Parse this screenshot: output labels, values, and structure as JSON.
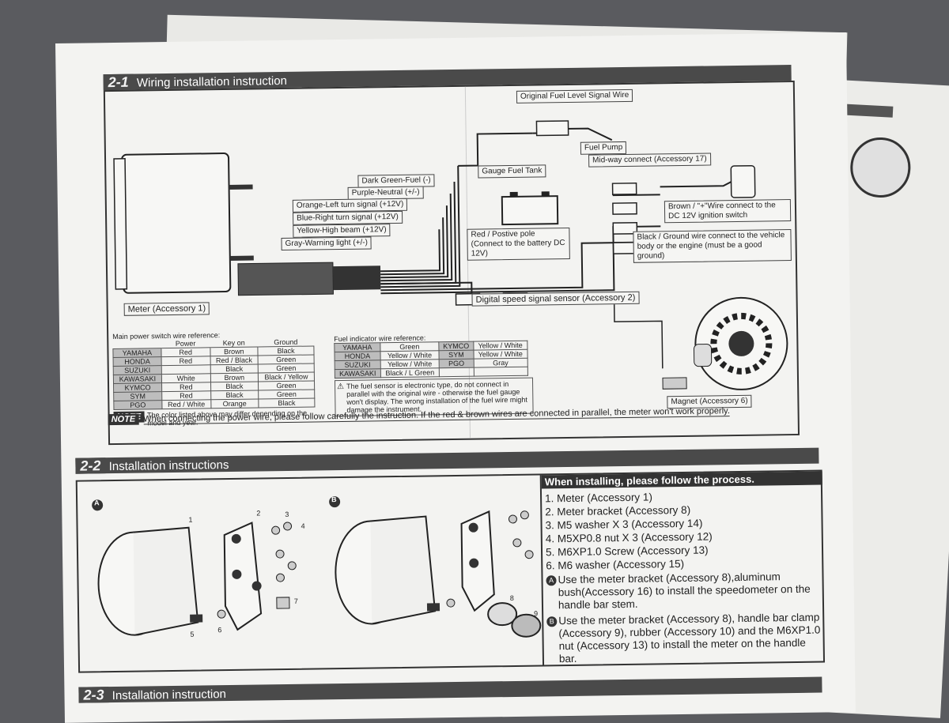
{
  "sections": {
    "s1": {
      "num": "2-1",
      "title": "Wiring installation instruction"
    },
    "s2": {
      "num": "2-2",
      "title": "Installation instructions"
    },
    "s3": {
      "num": "2-3",
      "title": "Installation instruction"
    }
  },
  "wiring": {
    "original_fuel_level": "Original Fuel Level Signal Wire",
    "fuel_pump": "Fuel Pump",
    "gauge_fuel_tank": "Gauge Fuel Tank",
    "midway_connect": "Mid-way connect (Accessory 17)",
    "dark_green": "Dark Green-Fuel (-)",
    "purple": "Purple-Neutral (+/-)",
    "orange": "Orange-Left turn signal (+12V)",
    "blue": "Blue-Right turn signal (+12V)",
    "yellow": "Yellow-High beam (+12V)",
    "gray": "Gray-Warning light (+/-)",
    "red_pole": "Red / Postive pole (Connect to the battery DC 12V)",
    "brown_wire": "Brown / \"+\"Wire  connect to the DC 12V  ignition switch",
    "black_wire": "Black / Ground wire connect to the vehicle body or the engine (must be a good ground)",
    "meter": "Meter (Accessory 1)",
    "speed_sensor": "Digital speed signal sensor (Accessory 2)",
    "magnet": "Magnet (Accessory 6)"
  },
  "power_table": {
    "title": "Main power switch wire reference:",
    "headers": [
      "",
      "Power",
      "Key on",
      "Ground"
    ],
    "rows": [
      [
        "YAMAHA",
        "Red",
        "Brown",
        "Black"
      ],
      [
        "HONDA",
        "Red",
        "Red / Black",
        "Green"
      ],
      [
        "SUZUKI",
        "",
        "Black",
        "Green"
      ],
      [
        "KAWASAKI",
        "White",
        "Brown",
        "Black / Yellow"
      ],
      [
        "KYMCO",
        "Red",
        "Black",
        "Green"
      ],
      [
        "SYM",
        "Red",
        "Black",
        "Green"
      ],
      [
        "PGO",
        "Red / White",
        "Orange",
        "Black"
      ]
    ],
    "note_tag": "NOTE",
    "note": "The color listed above may differ depending on the model and year."
  },
  "fuel_table": {
    "title": "Fuel indicator wire reference:",
    "rows": [
      [
        "YAMAHA",
        "Green",
        "KYMCO",
        "Yellow / White"
      ],
      [
        "HONDA",
        "Yellow / White",
        "SYM",
        "Yellow / White"
      ],
      [
        "SUZUKI",
        "Yellow / White",
        "PGO",
        "Gray"
      ],
      [
        "KAWASAKI",
        "Black / L Green",
        "",
        ""
      ]
    ],
    "warning": "The fuel sensor is electronic type, do not connect in parallel with the original wire - otherwise the fuel gauge won't display. The wrong installation of the fuel wire might damage the instrument."
  },
  "main_note": {
    "tag": "NOTE",
    "text": "When connecting the power wire, please follow carefully the instruction. If the red & brown wires are connected in parallel, the meter won't work properly."
  },
  "install": {
    "header": "When installing, please follow the process.",
    "steps": [
      "1. Meter (Accessory 1)",
      "2. Meter bracket (Accessory 8)",
      "3. M5 washer X 3 (Accessory 14)",
      "4. M5XP0.8 nut X 3 (Accessory 12)",
      "5. M6XP1.0 Screw (Accessory 13)",
      "6. M6 washer (Accessory 15)"
    ],
    "step_a": "Use the meter bracket (Accessory 8),aluminum bush(Accessory 16) to install the speedometer on the handle bar stem.",
    "step_b": "Use the meter bracket (Accessory 8), handle bar clamp (Accessory 9), rubber (Accessory 10) and the M6XP1.0 nut (Accessory 13) to install the meter on the handle bar.",
    "marker_a": "A",
    "marker_b": "B",
    "callouts": [
      "1",
      "2",
      "3",
      "4",
      "5",
      "6",
      "7",
      "8",
      "9"
    ]
  }
}
